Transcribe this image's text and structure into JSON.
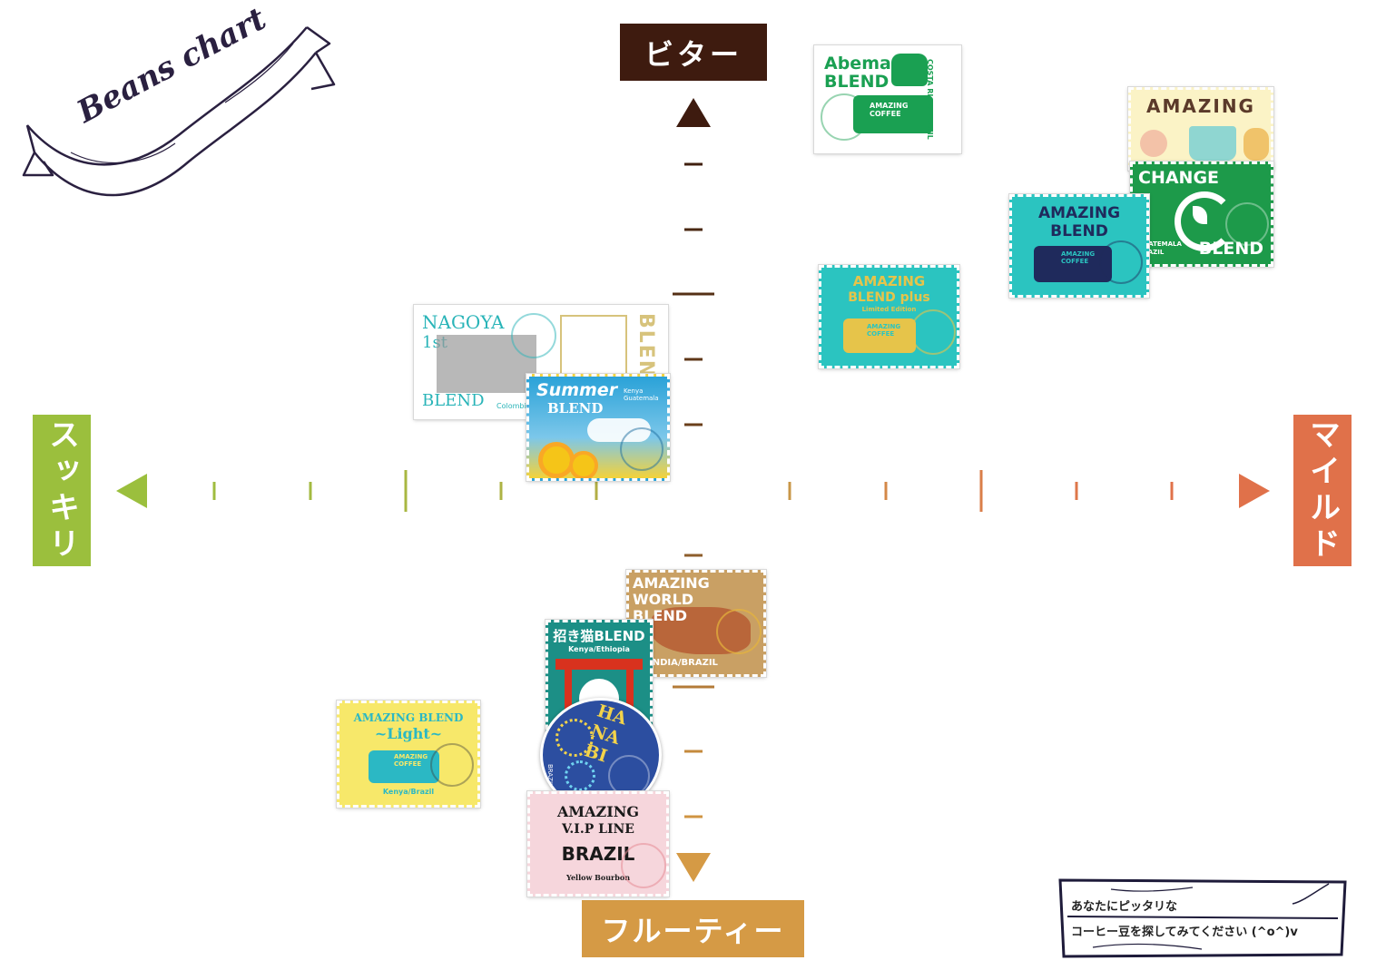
{
  "title": "Beans chart",
  "axes": {
    "top": "ビター",
    "bottom": "フルーティー",
    "left": "スッキリ",
    "right": "マイルド"
  },
  "colors": {
    "top": "#3e1b0f",
    "bottom": "#d59a45",
    "left": "#9bbf3d",
    "right": "#e0714a"
  },
  "note": {
    "line1": "あなたにピッタリな",
    "line2": "コーヒー豆を探してみてください (^o^)v"
  },
  "stamps": {
    "abema": {
      "title1": "Abema",
      "title2": "BLEND",
      "origin": "COSTA RICA/BRAZIL",
      "logo": "AMAZING COFFEE"
    },
    "amazing_top": {
      "title": "AMAZING"
    },
    "change": {
      "title1": "CHANGE",
      "title2": "BLEND",
      "origin1": "GUATEMALA",
      "origin2": "BRAZIL"
    },
    "amazing_blend": {
      "title1": "AMAZING",
      "title2": "BLEND",
      "logo": "AMAZING COFFEE"
    },
    "plus": {
      "title1": "AMAZING",
      "title2": "BLEND plus",
      "edition": "Limited Edition",
      "logo": "AMAZING COFFEE"
    },
    "nagoya": {
      "title1": "NAGOYA",
      "title2": "1st",
      "title3": "BLEND",
      "origin": "Colombia",
      "side": "BLEN"
    },
    "summer": {
      "title1": "Summer",
      "title2": "BLEND",
      "origin": "Kenya Guatemala"
    },
    "world": {
      "title1": "AMAZING",
      "title2": "WORLD",
      "title3": "BLEND",
      "origin": "INDIA/BRAZIL"
    },
    "maneki": {
      "title": "招き猫BLEND",
      "origin": "Kenya/Ethiopia"
    },
    "hanabi": {
      "title": "HA NA BI",
      "origin": "BRAZIL"
    },
    "light": {
      "title1": "AMAZING BLEND",
      "title2": "~Light~",
      "origin": "Kenya/Brazil",
      "logo": "AMAZING COFFEE"
    },
    "vip": {
      "title1": "AMAZING",
      "title2": "V.I.P LINE",
      "title3": "BRAZIL",
      "origin": "Yellow Bourbon"
    }
  }
}
